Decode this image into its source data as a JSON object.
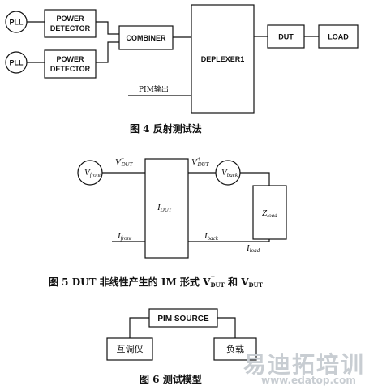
{
  "figure4": {
    "pll_top": "PLL",
    "pll_bottom": "PLL",
    "power_detector_top": [
      "POWER",
      "DETECTOR"
    ],
    "power_detector_bottom": [
      "POWER",
      "DETECTOR"
    ],
    "combiner": "COMBINER",
    "deplexer": "DEPLEXER1",
    "dut": "DUT",
    "load": "LOAD",
    "pim_out": "PIM输出",
    "caption": "图 4   反射测试法"
  },
  "figure5": {
    "v_front": "V",
    "v_front_sub": "front",
    "v_dut_minus": "V",
    "v_dut_minus_sup": "−",
    "v_dut_minus_sub": "DUT",
    "v_dut_plus": "V",
    "v_dut_plus_sup": "+",
    "v_dut_plus_sub": "DUT",
    "v_back": "V",
    "v_back_sub": "back",
    "i_dut": "I",
    "i_dut_sub": "DUT",
    "z_load": "Z",
    "z_load_sub": "load",
    "i_front": "I",
    "i_front_sub": "front",
    "i_back": "I",
    "i_back_sub": "back",
    "i_load": "I",
    "i_load_sub": "load",
    "caption": "图 5   DUT 非线性产生的 IM 形式 V",
    "caption_sub1": "DUT",
    "caption_sup1": "−",
    "caption_mid": "和 V",
    "caption_sub2": "DUT",
    "caption_sup2": "+"
  },
  "figure6": {
    "pim_source": "PIM SOURCE",
    "left_box": "互调仪",
    "right_box": "负载",
    "caption": "图 6   测试模型"
  },
  "watermark": {
    "cn": "易迪拓培训",
    "url": "www.edatop.com"
  }
}
